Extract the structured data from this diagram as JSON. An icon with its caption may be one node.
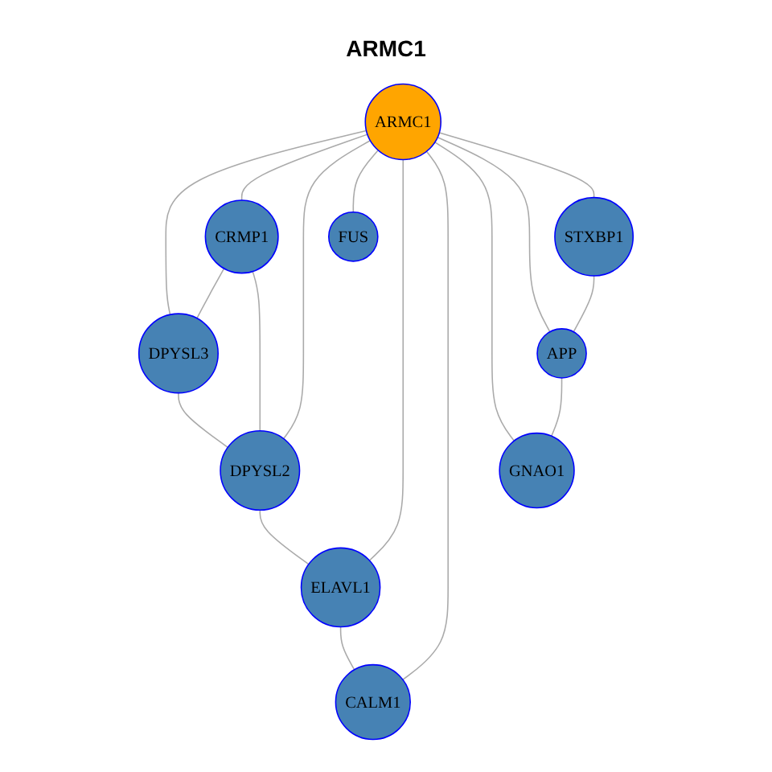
{
  "diagram": {
    "title": "ARMC1",
    "nodes": [
      {
        "text": [
          "DPYSL3"
        ]
      },
      {
        "text": [
          "CRMP1"
        ]
      },
      {
        "text": [
          "DPYSL2"
        ]
      },
      {
        "text": [
          "FUS"
        ]
      },
      {
        "text": [
          "STXBP1"
        ]
      },
      {
        "text": [
          "ARMC1"
        ]
      },
      {
        "text": [
          "ELAVL1"
        ]
      },
      {
        "text": [
          "APP"
        ]
      },
      {
        "text": [
          "CALM1"
        ]
      },
      {
        "text": [
          "GNAO1"
        ]
      }
    ],
    "edges": [
      {
        "from": 5,
        "to": 0,
        "arrow": "none"
      },
      {
        "from": 5,
        "to": 1,
        "arrow": "none"
      },
      {
        "from": 5,
        "to": 2,
        "arrow": "none"
      },
      {
        "from": 5,
        "to": 3,
        "arrow": "none"
      },
      {
        "from": 5,
        "to": 6,
        "arrow": "none"
      },
      {
        "from": 5,
        "to": 8,
        "arrow": "none"
      },
      {
        "from": 5,
        "to": 9,
        "arrow": "none"
      },
      {
        "from": 5,
        "to": 7,
        "arrow": "none"
      },
      {
        "from": 5,
        "to": 4,
        "arrow": "none"
      },
      {
        "from": 1,
        "to": 0,
        "arrow": "none"
      },
      {
        "from": 1,
        "to": 2,
        "arrow": "none"
      },
      {
        "from": 0,
        "to": 2,
        "arrow": "none"
      },
      {
        "from": 2,
        "to": 6,
        "arrow": "none"
      },
      {
        "from": 6,
        "to": 8,
        "arrow": "none"
      },
      {
        "from": 4,
        "to": 7,
        "arrow": "none"
      },
      {
        "from": 7,
        "to": 9,
        "arrow": "none"
      }
    ]
  }
}
